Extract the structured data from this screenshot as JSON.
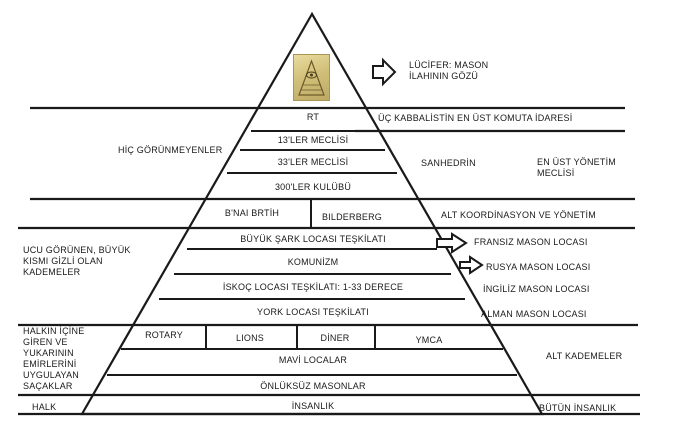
{
  "pyramid": {
    "top_symbol": "all-seeing-eye-pyramid-icon",
    "tiers": {
      "rt": "RT",
      "meclis13": "13'LER MECLİSİ",
      "meclis33": "33'LER MECLİSİ",
      "kulubu300": "300'LER KULÜBÜ",
      "bnai_brith": "B'NAI BRTİH",
      "bilderberg": "BILDERBERG",
      "buyuk_sark": "BÜYÜK ŞARK LOCASI TEŞKİLATI",
      "komunizm": "KOMUNİZM",
      "iskoc": "İSKOÇ LOCASI TEŞKİLATI: 1-33 DERECE",
      "york": "YORK LOCASI TEŞKİLATI",
      "rotary": "ROTARY",
      "lions": "LIONS",
      "diner": "DİNER",
      "ymca": "YMCA",
      "mavi": "MAVİ LOCALAR",
      "onluksuz": "ÖNLÜKSÜZ MASONLAR",
      "insanlik": "İNSANLIK"
    }
  },
  "left_labels": {
    "hic_gorunmeyenler": "HİÇ GÖRÜNMEYENLER",
    "ucu_gorunen": "UCU GÖRÜNEN, BÜYÜK KISMI GİZLİ OLAN KADEMELER",
    "halkin_icine": "HALKIN İÇİNE GİREN VE YUKARININ EMİRLERİNİ UYGULAYAN SAÇAKLAR",
    "halk": "HALK"
  },
  "right_labels": {
    "lucifer": "LÜCİFER: MASON İLAHININ GÖZÜ",
    "kabbalist": "ÜÇ KABBALİSTİN EN ÜST KOMUTA İDARESİ",
    "sanhedrin": "SANHEDRİN",
    "en_ust": "EN ÜST YÖNETİM MECLİSİ",
    "alt_koordinasyon": "ALT KOORDİNASYON VE YÖNETİM",
    "fransiz": "FRANSIZ MASON LOCASI",
    "rusya": "RUSYA MASON LOCASI",
    "ingiliz": "İNGİLİZ MASON LOCASI",
    "alman": "ALMAN MASON LOCASI",
    "alt_kademeler": "ALT KADEMELER",
    "butun_insanlik": "BÜTÜN İNSANLIK"
  },
  "colors": {
    "line": "#1a1a1a",
    "background": "#ffffff",
    "eye_fill": "#d6c47e"
  }
}
